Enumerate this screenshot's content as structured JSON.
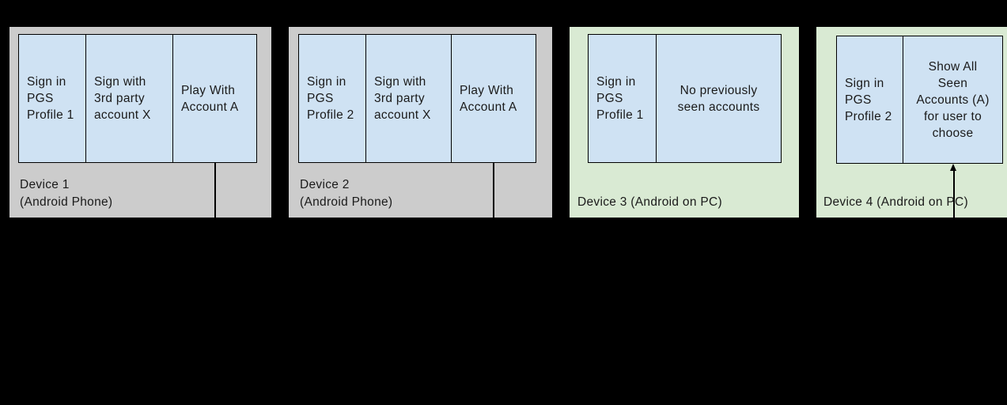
{
  "colors": {
    "canvas_bg": "#000000",
    "phone_device_bg": "#cccccc",
    "pc_device_bg": "#d9ead3",
    "screen_bg": "#cfe2f3",
    "line": "#000000",
    "text": "#1a1a1a"
  },
  "devices": [
    {
      "id": "device-1",
      "platform": "Android Phone",
      "label": "Device 1\n(Android Phone)",
      "cells": [
        "Sign in\nPGS\nProfile 1",
        "Sign with\n3rd party\naccount X",
        "Play With\nAccount A"
      ],
      "connector": "line-down"
    },
    {
      "id": "device-2",
      "platform": "Android Phone",
      "label": "Device 2\n(Android Phone)",
      "cells": [
        "Sign in\nPGS\nProfile 2",
        "Sign with\n3rd party\naccount X",
        "Play With\nAccount A"
      ],
      "connector": "line-down"
    },
    {
      "id": "device-3",
      "platform": "Android on PC",
      "label": "Device 3 (Android on PC)",
      "cells": [
        "Sign in\nPGS\nProfile 1",
        "No previously\nseen accounts"
      ],
      "connector": "none"
    },
    {
      "id": "device-4",
      "platform": "Android on PC",
      "label": "Device 4 (Android on PC)",
      "cells": [
        "Sign in\nPGS\nProfile 2",
        "Show All\nSeen\nAccounts (A)\nfor user to\nchoose"
      ],
      "connector": "arrow-up"
    }
  ]
}
